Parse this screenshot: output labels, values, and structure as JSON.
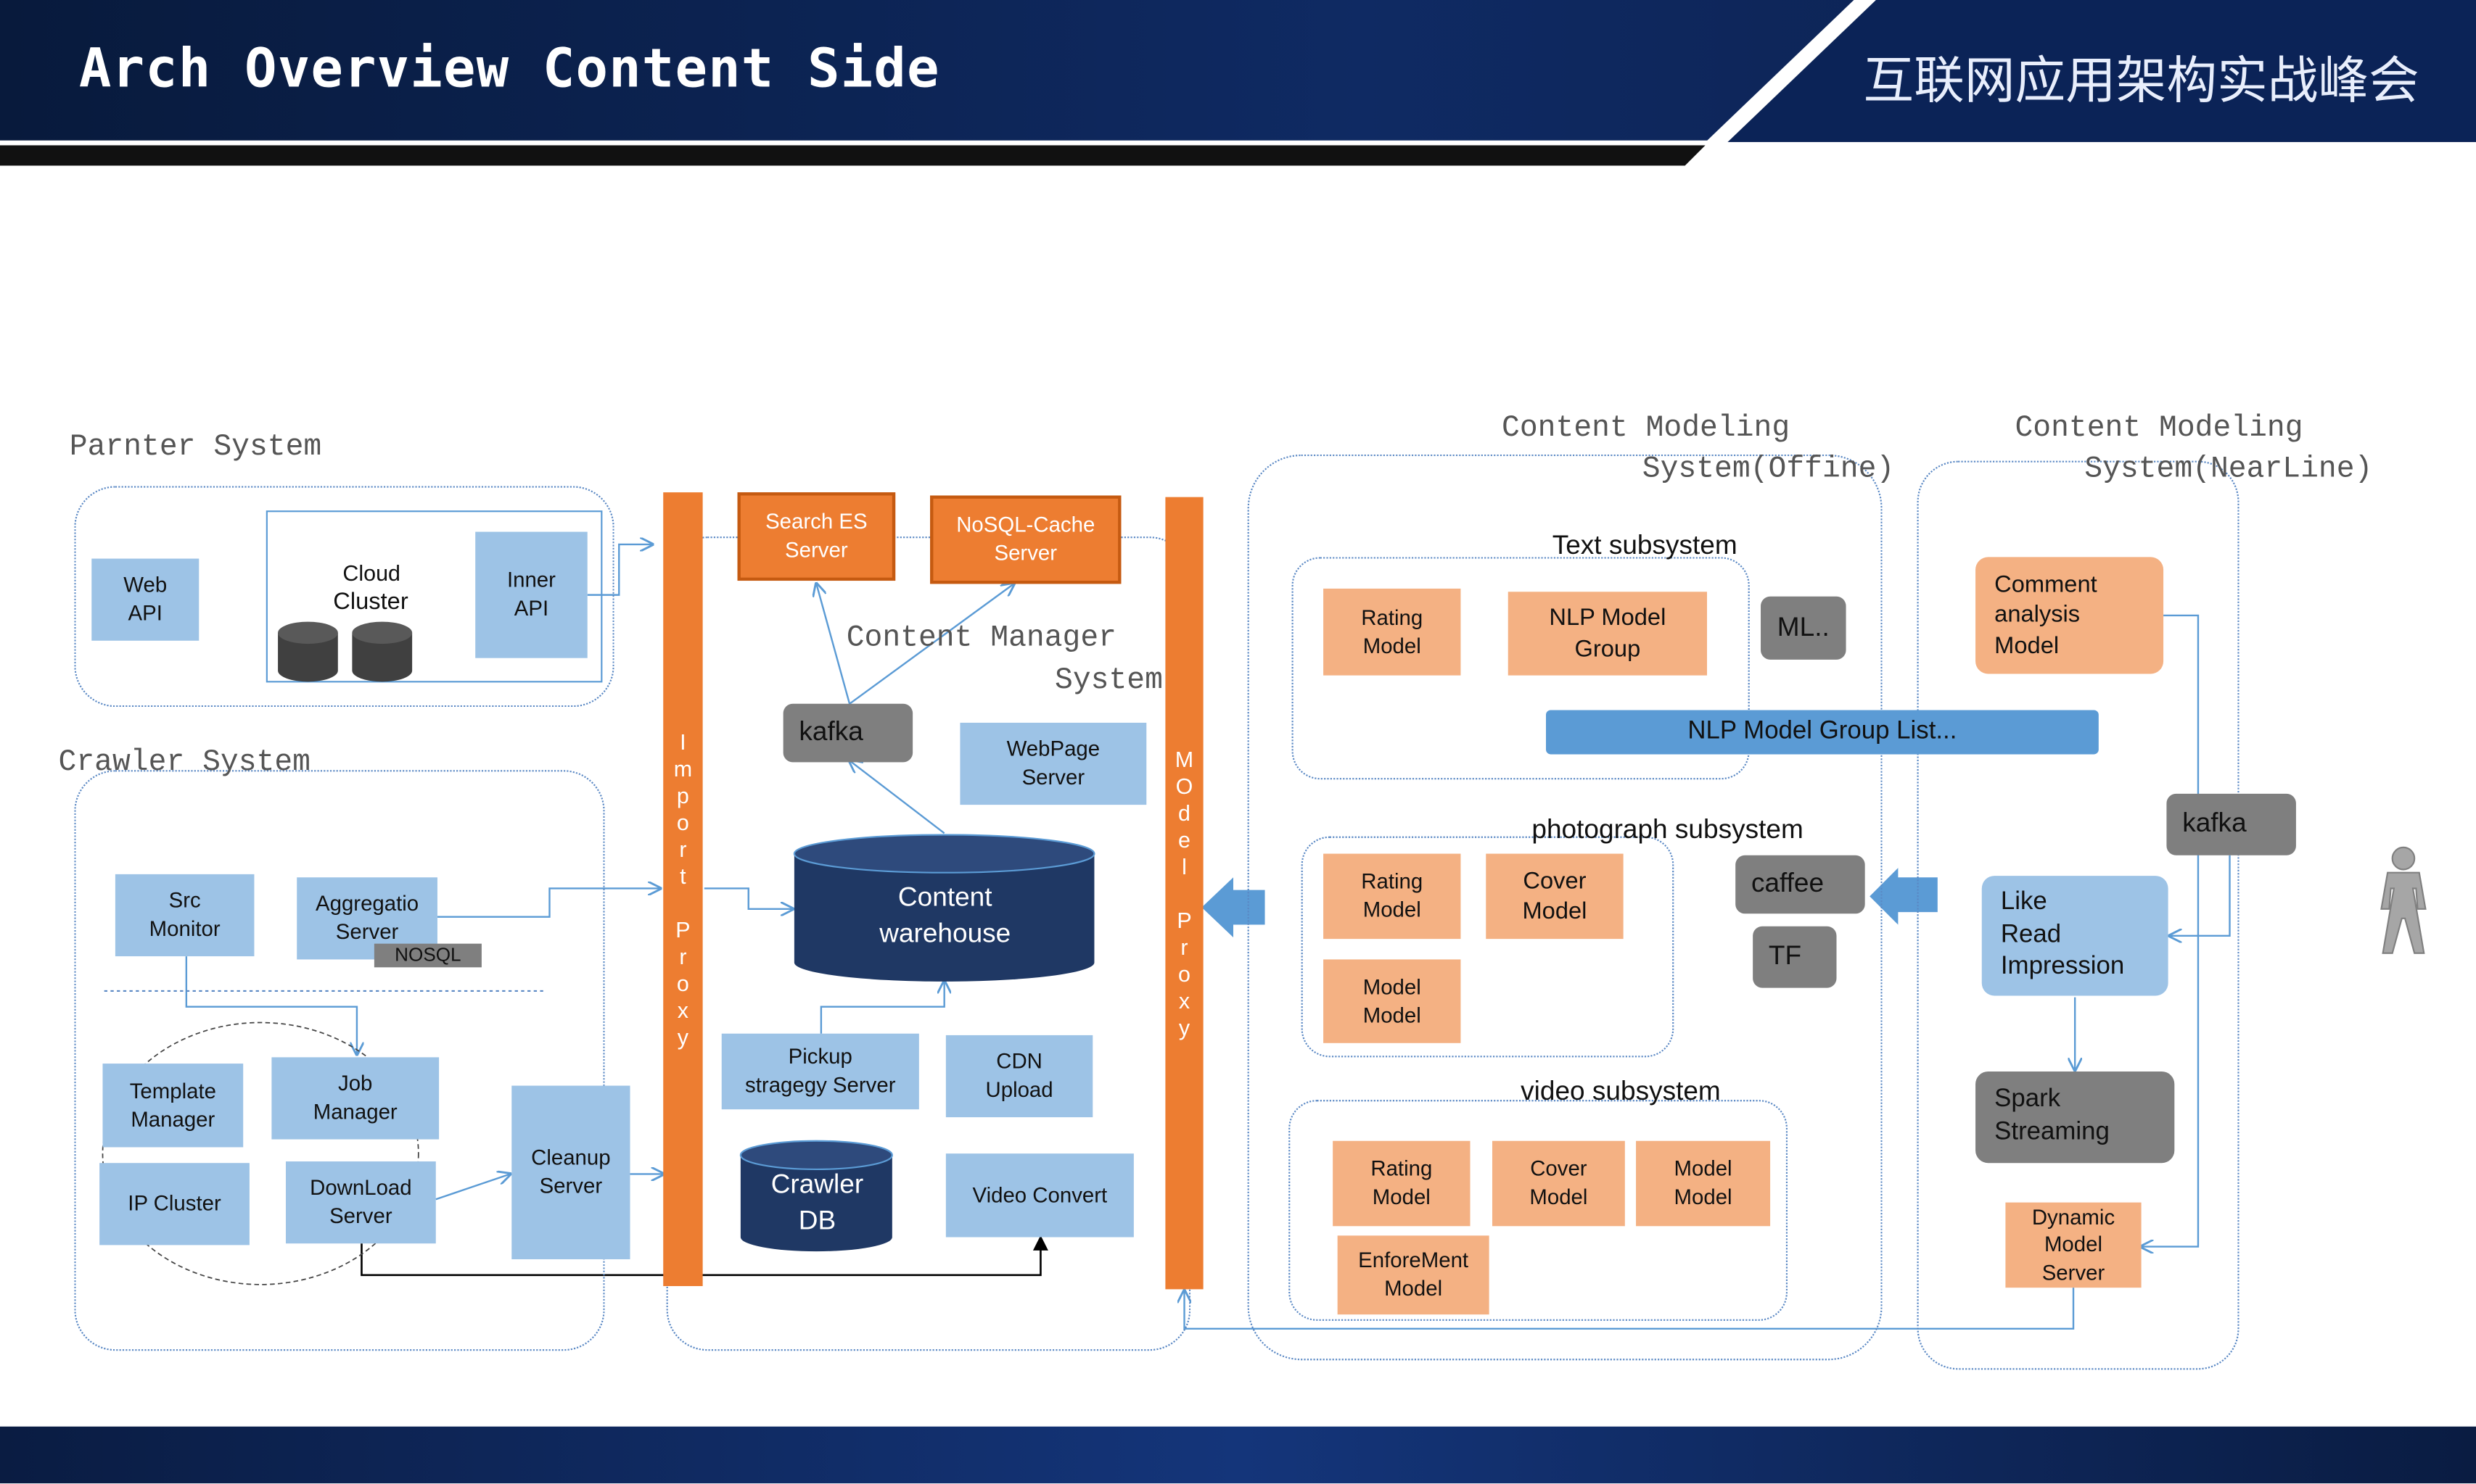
{
  "header": {
    "title": "Arch Overview Content Side",
    "conference": "互联网应用架构实战峰会"
  },
  "systems": {
    "partner": "Parnter System",
    "crawler": "Crawler System",
    "content_manager_line1": "Content Manager",
    "content_manager_line2": "System",
    "modeling_offline_line1": "Content Modeling",
    "modeling_offline_line2": "System(Offine)",
    "modeling_nearline_line1": "Content Modeling",
    "modeling_nearline_line2": "System(NearLine)"
  },
  "partner": {
    "web_api": "Web\nAPI",
    "cloud_cluster_line1": "Cloud",
    "cloud_cluster_line2": "Cluster",
    "inner_api": "Inner\nAPI"
  },
  "crawler": {
    "src_monitor": "Src\nMonitor",
    "aggregation_server": "Aggregatio\nServer",
    "nosql": "NOSQL",
    "template_manager": "Template\nManager",
    "job_manager": "Job\nManager",
    "ip_cluster": "IP Cluster",
    "download_server": "DownLoad\nServer",
    "cleanup_server": "Cleanup\nServer"
  },
  "proxies": {
    "import_proxy": [
      "I",
      "m",
      "p",
      "o",
      "r",
      "t",
      "",
      "P",
      "r",
      "o",
      "x",
      "y"
    ],
    "model_proxy": [
      "M",
      "O",
      "d",
      "e",
      "l",
      "",
      "P",
      "r",
      "o",
      "x",
      "y"
    ]
  },
  "content_manager": {
    "search_es_server": "Search ES\nServer",
    "nosql_cache_server": "NoSQL-Cache\nServer",
    "kafka": "kafka",
    "webpage_server": "WebPage\nServer",
    "content_warehouse": "Content\nwarehouse",
    "pickup_strategy_server": "Pickup\nstragegy Server",
    "cdn_upload": "CDN\nUpload",
    "crawler_db": "Crawler\nDB",
    "video_convert": "Video Convert"
  },
  "offline": {
    "text_subsystem": "Text subsystem",
    "text_rating_model": "Rating\nModel",
    "nlp_model_group": "NLP Model\nGroup",
    "ml": "ML..",
    "nlp_model_group_list": "NLP Model Group List...",
    "photograph_subsystem": "photograph subsystem",
    "photo_rating_model": "Rating\nModel",
    "photo_cover_model": "Cover\nModel",
    "photo_model_model": "Model\nModel",
    "caffee": "caffee",
    "tf": "TF",
    "video_subsystem": "video subsystem",
    "video_rating_model": "Rating\nModel",
    "video_cover_model": "Cover\nModel",
    "video_model_model": "Model\nModel",
    "enforement_model": "EnforeMent\nModel"
  },
  "nearline": {
    "comment_analysis_model": "Comment\nanalysis\nModel",
    "kafka": "kafka",
    "like_read_impression": "Like\nRead\nImpression",
    "spark_streaming": "Spark\nStreaming",
    "dynamic_model_server": "Dynamic\nModel\nServer"
  },
  "colors": {
    "blue_box": "#9dc3e6",
    "peach_box": "#f4b183",
    "orange_proxy": "#ed7d31",
    "navy_cylinder": "#1f3864",
    "gray_box": "#7f7f7f",
    "arrow_blue": "#5b9bd5",
    "header_navy": "#0b1f4b"
  },
  "icons": {
    "user": "person-figure-icon",
    "database": "database-cylinder-icon"
  }
}
